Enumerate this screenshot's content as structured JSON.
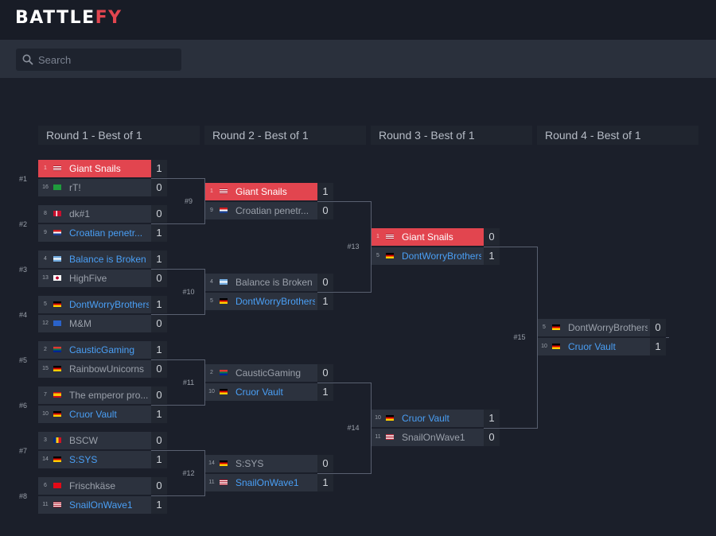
{
  "brand": {
    "name_a": "BATTLE",
    "name_b": "FY"
  },
  "search": {
    "placeholder": "Search"
  },
  "rounds": [
    "Round 1 - Best of 1",
    "Round 2 - Best of 1",
    "Round 3 - Best of 1",
    "Round 4 - Best of 1"
  ],
  "matches": [
    {
      "id": "#1",
      "teams": [
        {
          "seed": "1",
          "flag": "us",
          "name": "Giant Snails",
          "score": "1",
          "state": "win"
        },
        {
          "seed": "16",
          "flag": "br",
          "name": "rT!",
          "score": "0",
          "state": "lose"
        }
      ]
    },
    {
      "id": "#2",
      "teams": [
        {
          "seed": "8",
          "flag": "dk",
          "name": "dk#1",
          "score": "0",
          "state": "lose"
        },
        {
          "seed": "9",
          "flag": "hr",
          "name": "Croatian penetr...",
          "score": "1",
          "state": "link"
        }
      ]
    },
    {
      "id": "#3",
      "teams": [
        {
          "seed": "4",
          "flag": "ar",
          "name": "Balance is Broken",
          "score": "1",
          "state": "link"
        },
        {
          "seed": "13",
          "flag": "jp",
          "name": "HighFive",
          "score": "0",
          "state": "lose"
        }
      ]
    },
    {
      "id": "#4",
      "teams": [
        {
          "seed": "5",
          "flag": "de",
          "name": "DontWorryBrothers",
          "score": "1",
          "state": "link"
        },
        {
          "seed": "12",
          "flag": "eu",
          "name": "M&M",
          "score": "0",
          "state": "lose"
        }
      ]
    },
    {
      "id": "#5",
      "teams": [
        {
          "seed": "2",
          "flag": "za",
          "name": "CausticGaming",
          "score": "1",
          "state": "link"
        },
        {
          "seed": "15",
          "flag": "de",
          "name": "RainbowUnicorns",
          "score": "0",
          "state": "lose"
        }
      ]
    },
    {
      "id": "#6",
      "teams": [
        {
          "seed": "7",
          "flag": "es",
          "name": "The emperor pro...",
          "score": "0",
          "state": "lose"
        },
        {
          "seed": "10",
          "flag": "de",
          "name": "Cruor Vault",
          "score": "1",
          "state": "link"
        }
      ]
    },
    {
      "id": "#7",
      "teams": [
        {
          "seed": "3",
          "flag": "ro",
          "name": "BSCW",
          "score": "0",
          "state": "lose"
        },
        {
          "seed": "14",
          "flag": "de",
          "name": "S:SYS",
          "score": "1",
          "state": "link"
        }
      ]
    },
    {
      "id": "#8",
      "teams": [
        {
          "seed": "6",
          "flag": "tr",
          "name": "Frischkäse",
          "score": "0",
          "state": "lose"
        },
        {
          "seed": "11",
          "flag": "us",
          "name": "SnailOnWave1",
          "score": "1",
          "state": "link"
        }
      ]
    },
    {
      "id": "#9",
      "teams": [
        {
          "seed": "1",
          "flag": "us",
          "name": "Giant Snails",
          "score": "1",
          "state": "win"
        },
        {
          "seed": "9",
          "flag": "hr",
          "name": "Croatian penetr...",
          "score": "0",
          "state": "lose"
        }
      ]
    },
    {
      "id": "#10",
      "teams": [
        {
          "seed": "4",
          "flag": "ar",
          "name": "Balance is Broken",
          "score": "0",
          "state": "lose"
        },
        {
          "seed": "5",
          "flag": "de",
          "name": "DontWorryBrothers",
          "score": "1",
          "state": "link"
        }
      ]
    },
    {
      "id": "#11",
      "teams": [
        {
          "seed": "2",
          "flag": "za",
          "name": "CausticGaming",
          "score": "0",
          "state": "lose"
        },
        {
          "seed": "10",
          "flag": "de",
          "name": "Cruor Vault",
          "score": "1",
          "state": "link"
        }
      ]
    },
    {
      "id": "#12",
      "teams": [
        {
          "seed": "14",
          "flag": "de",
          "name": "S:SYS",
          "score": "0",
          "state": "lose"
        },
        {
          "seed": "11",
          "flag": "us",
          "name": "SnailOnWave1",
          "score": "1",
          "state": "link"
        }
      ]
    },
    {
      "id": "#13",
      "teams": [
        {
          "seed": "1",
          "flag": "us",
          "name": "Giant Snails",
          "score": "0",
          "state": "win"
        },
        {
          "seed": "5",
          "flag": "de",
          "name": "DontWorryBrothers",
          "score": "1",
          "state": "link"
        }
      ]
    },
    {
      "id": "#14",
      "teams": [
        {
          "seed": "10",
          "flag": "de",
          "name": "Cruor Vault",
          "score": "1",
          "state": "link"
        },
        {
          "seed": "11",
          "flag": "us",
          "name": "SnailOnWave1",
          "score": "0",
          "state": "lose"
        }
      ]
    },
    {
      "id": "#15",
      "teams": [
        {
          "seed": "5",
          "flag": "de",
          "name": "DontWorryBrothers",
          "score": "0",
          "state": "lose"
        },
        {
          "seed": "10",
          "flag": "de",
          "name": "Cruor Vault",
          "score": "1",
          "state": "link"
        }
      ]
    }
  ]
}
